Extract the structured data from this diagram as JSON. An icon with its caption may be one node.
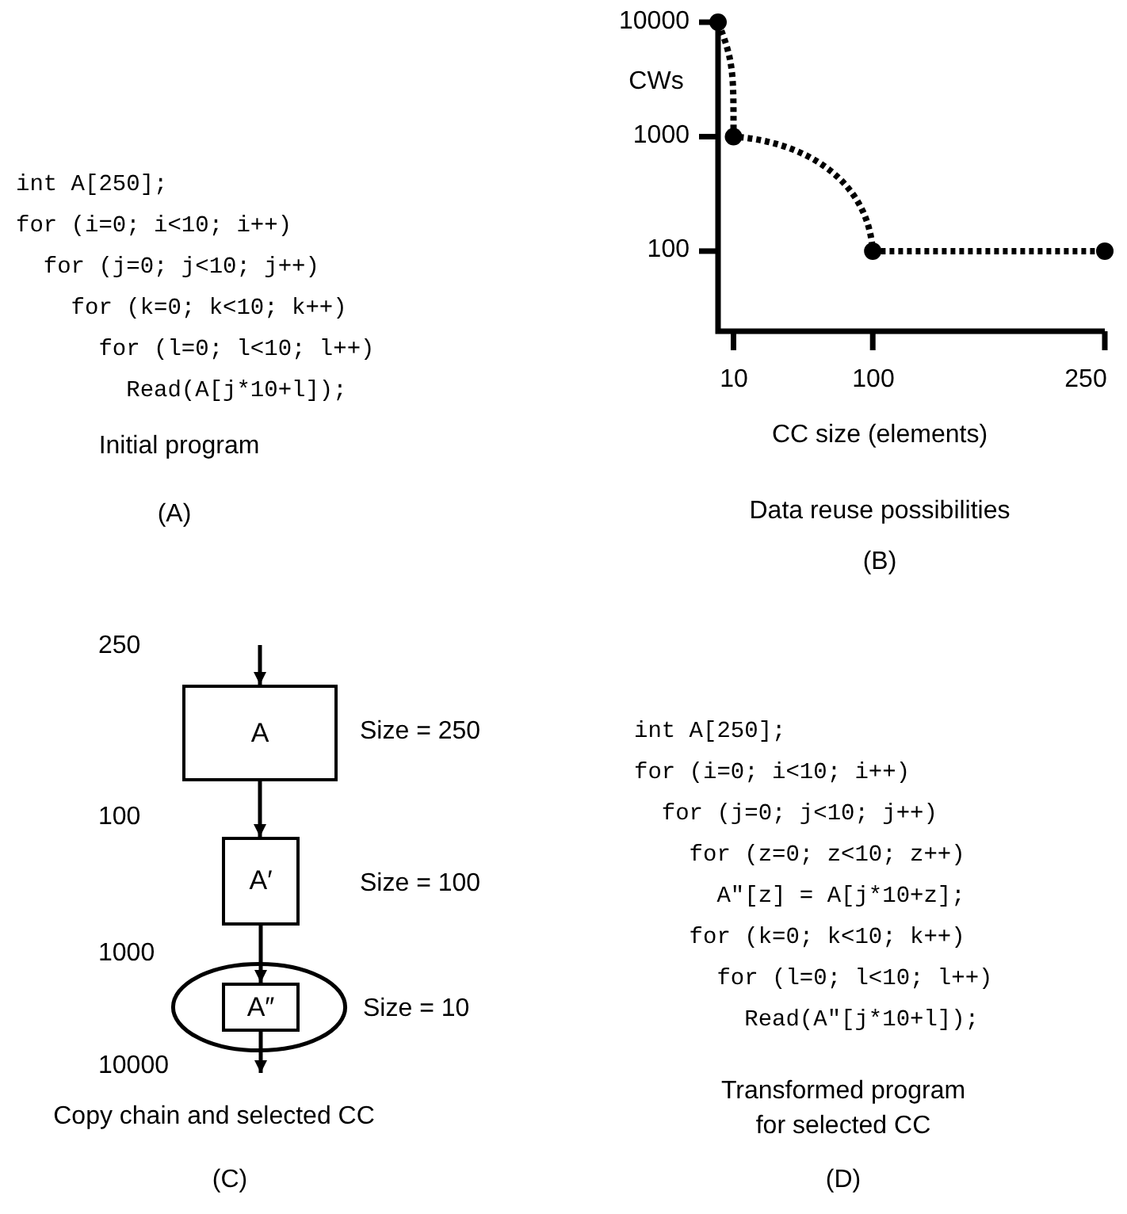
{
  "diagram": {
    "nodes": [
      {
        "text": [
          "A"
        ],
        "beside": [
          "Size = 250"
        ]
      },
      {
        "text": [
          "A′"
        ],
        "beside": [
          "Size = 100"
        ]
      },
      {
        "text": [],
        "shape": "ellipse"
      },
      {
        "text": [
          "A″"
        ],
        "in": 2,
        "beside": [
          "Size = 10"
        ]
      }
    ],
    "edges": [
      {
        "from": null,
        "to": 0,
        "arrow": "to",
        "label": "250"
      },
      {
        "from": 0,
        "to": 1,
        "arrow": "to",
        "label": "100"
      },
      {
        "from": 1,
        "to": 3,
        "arrow": "to",
        "label": "1000"
      },
      {
        "from": 3,
        "to": null,
        "arrow": "to",
        "label": "10000"
      }
    ],
    "labels": [
      "int A[250];",
      "for (i=0; i<10; i++)",
      "  for (j=0; j<10; j++)",
      "    for (k=0; k<10; k++)",
      "      for (l=0; l<10; l++)",
      "        Read(A[j*10+l]);",
      "Initial program",
      "(A)",
      "10000",
      "CWs",
      "1000",
      "100",
      "10",
      "100",
      "250",
      "CC size (elements)",
      "Data reuse possibilities",
      "(B)",
      "Copy chain and selected CC",
      "(C)",
      "int A[250];",
      "for (i=0; i<10; i++)",
      "  for (j=0; j<10; j++)",
      "    for (z=0; z<10; z++)",
      "      A\"[z] = A[j*10+z];",
      "    for (k=0; k<10; k++)",
      "      for (l=0; l<10; l++)",
      "        Read(A\"[j*10+l]);",
      "Transformed program for selected CC",
      "(D)"
    ]
  }
}
